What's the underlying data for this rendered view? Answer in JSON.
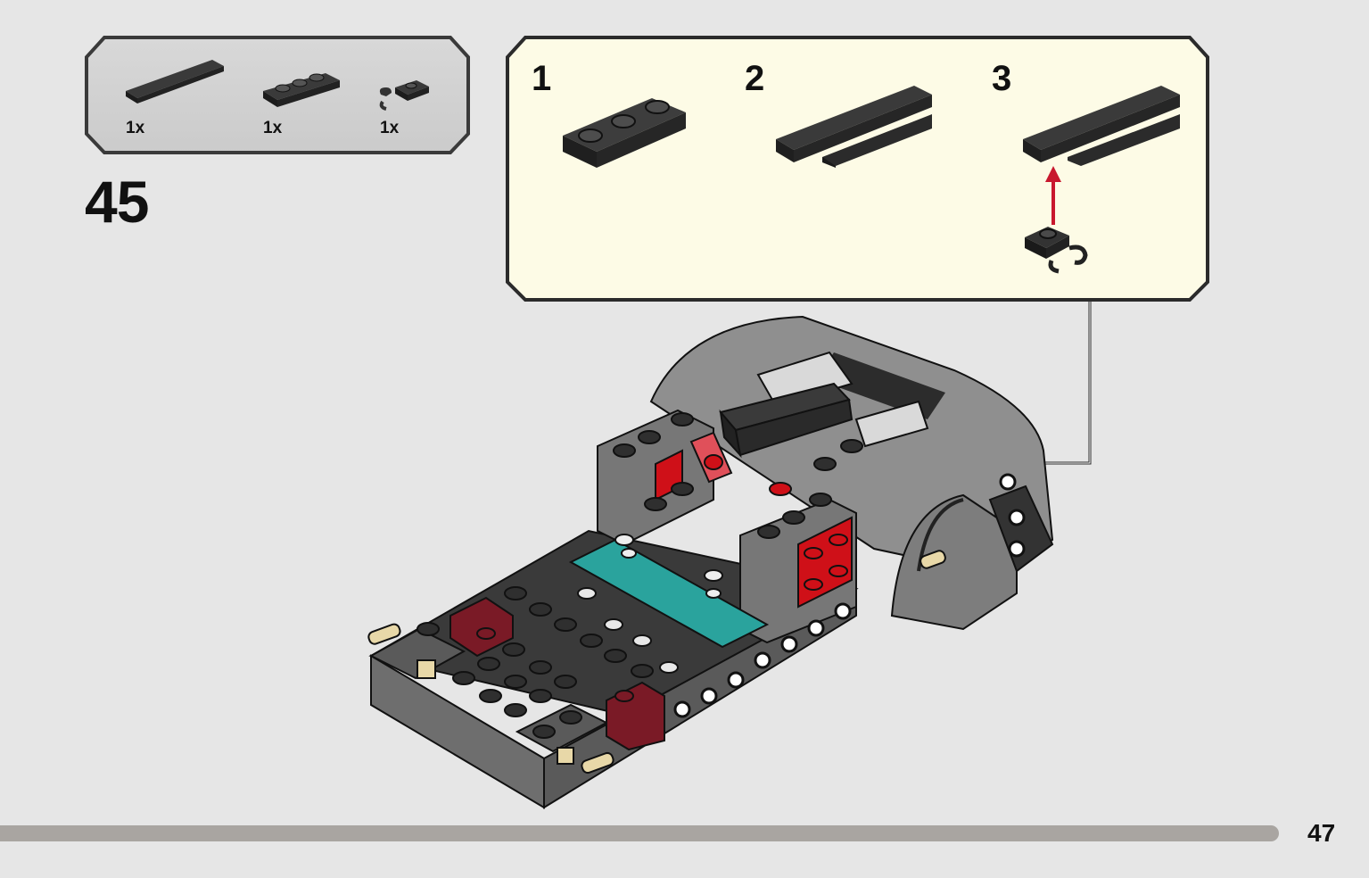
{
  "parts_list": {
    "items": [
      {
        "icon": "tile-1x4-black-icon",
        "qty": "1x"
      },
      {
        "icon": "plate-1x3-black-icon",
        "qty": "1x"
      },
      {
        "icon": "plate-clip-black-icon",
        "qty": "1x"
      }
    ]
  },
  "step": {
    "number": "45"
  },
  "substeps": [
    {
      "number": "1",
      "icon": "plate-1x3-black-icon"
    },
    {
      "number": "2",
      "icon": "tile-on-plate-black-icon"
    },
    {
      "number": "3",
      "icon": "clip-attach-black-icon"
    }
  ],
  "colors": {
    "background": "#e6e6e6",
    "callout_fill": "#fdfbe6",
    "parts_fill": "#d2d2d2",
    "brick_black": "#2b2b2b",
    "brick_gray": "#8a8a8a",
    "brick_red": "#cf1018",
    "brick_dark_red": "#7a1a26",
    "brick_teal": "#2aa39d",
    "arrow_red": "#c8182e"
  },
  "page": {
    "number": "47"
  }
}
